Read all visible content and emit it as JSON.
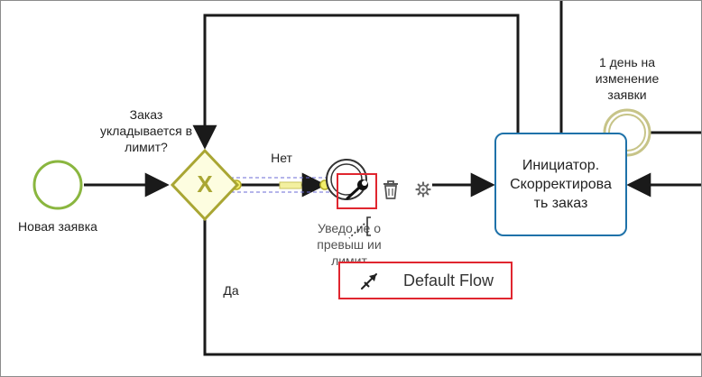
{
  "colors": {
    "flow": "#1a1a1a",
    "start_event": "#8ab63f",
    "gateway": "#a9a633",
    "gateway_fill": "#fdfde0",
    "task_border": "#1f72a9",
    "timer_event": "#c7c488",
    "highlight": "#e0262f",
    "selection": "#6b6bd6"
  },
  "diagram": {
    "start_event_label": "Новая заявка",
    "gateway_label_lines": [
      "Заказ",
      "укладывается в",
      "лимит?"
    ],
    "gateway_symbol": "X",
    "flow_no_label": "Нет",
    "flow_yes_label": "Да",
    "task_label": "Инициатор.\nСкорректирова\nть заказ",
    "timer_label_lines": [
      "1 день на",
      "изменение",
      "заявки"
    ],
    "hidden_event_label_lines": [
      "Уведо   ие о",
      "превыш   ии",
      "лимит"
    ]
  },
  "context_pad": {
    "connect_tool_icon": "wrench-icon",
    "delete_icon": "trash-icon",
    "settings_icon": "gear-icon",
    "annotation_icon": "text-annotation-icon",
    "default_flow_icon": "default-flow-arrow-icon"
  },
  "popup_menu": {
    "items": [
      {
        "label": "Default Flow",
        "icon": "default-flow-arrow-icon"
      }
    ]
  }
}
